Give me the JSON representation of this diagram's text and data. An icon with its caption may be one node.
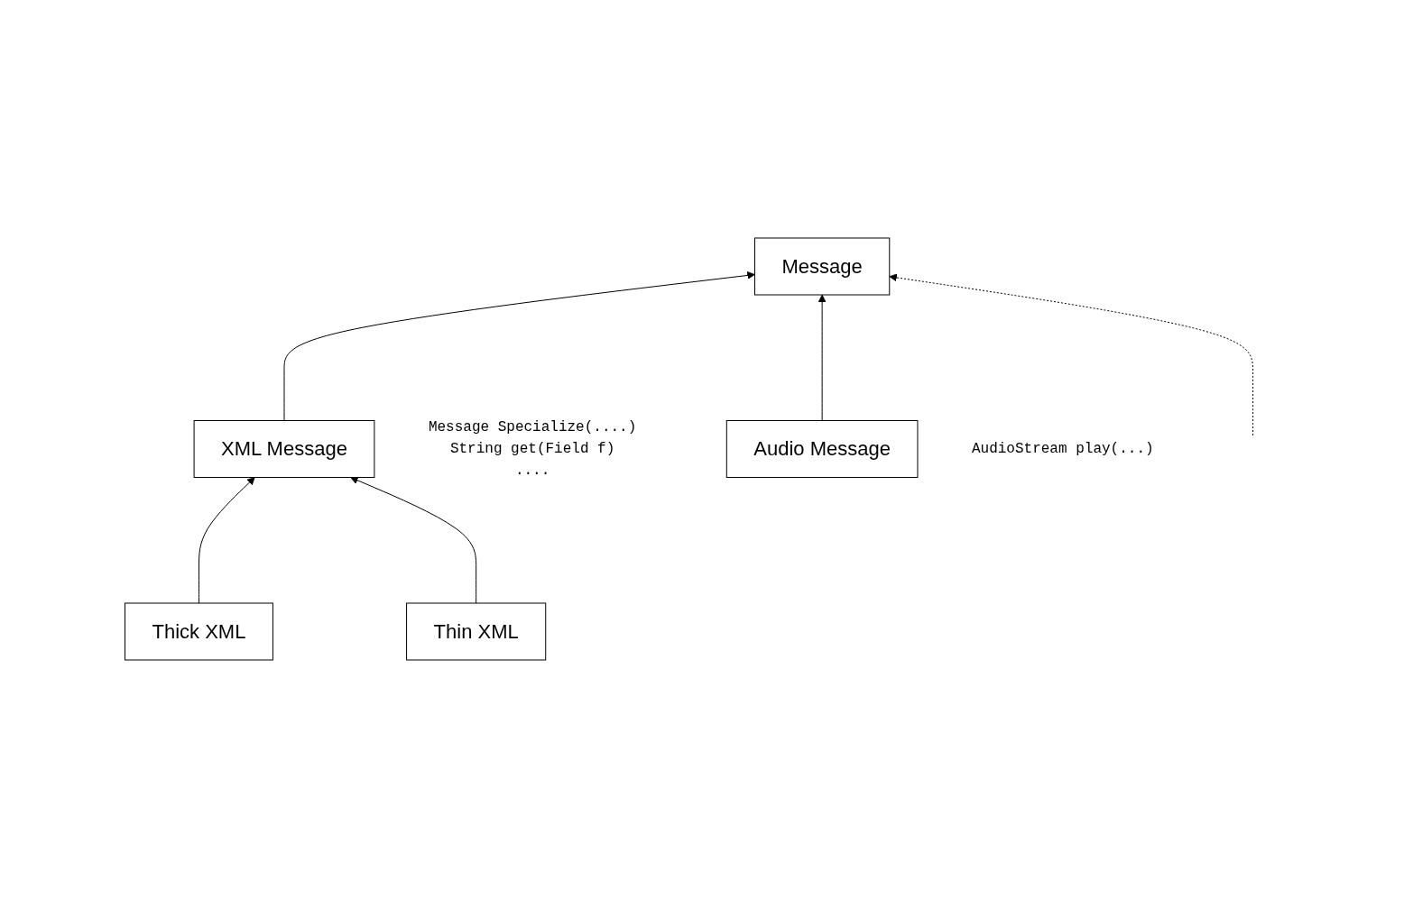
{
  "diagram": {
    "nodes": [
      {
        "text": [
          "Message"
        ]
      },
      {
        "text": [
          "XML Message"
        ],
        "beside": [
          "Message Specialize(....)",
          "String get(Field f)",
          "...."
        ]
      },
      {
        "text": [
          "Audio Message"
        ],
        "beside": [
          "AudioStream play(...)"
        ]
      },
      {
        "text": [
          "Thick XML"
        ]
      },
      {
        "text": [
          "Thin XML"
        ]
      }
    ],
    "edges": [
      {
        "from": 1,
        "to": 0,
        "arrow": "to"
      },
      {
        "from": 2,
        "to": 0,
        "arrow": "to"
      },
      {
        "from": null,
        "to": 0,
        "arrow": "to",
        "style": "dashed"
      },
      {
        "from": 3,
        "to": 1,
        "arrow": "to"
      },
      {
        "from": 4,
        "to": 1,
        "arrow": "to"
      }
    ]
  }
}
